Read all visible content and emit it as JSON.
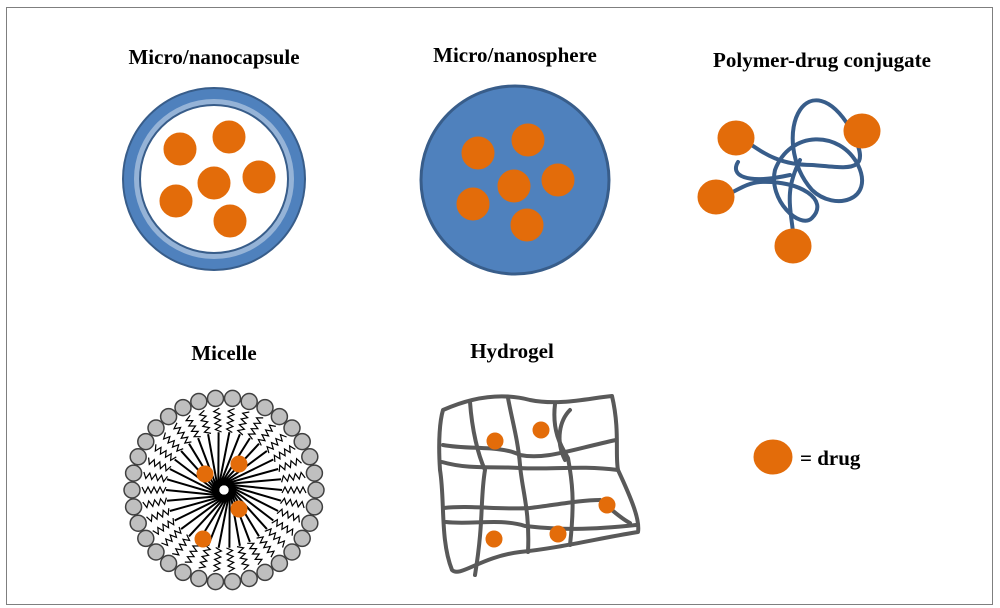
{
  "labels": {
    "capsule": "Micro/nanocapsule",
    "sphere": "Micro/nanosphere",
    "conjugate": "Polymer-drug conjugate",
    "micelle": "Micelle",
    "hydrogel": "Hydrogel"
  },
  "legend": {
    "text": "= drug"
  },
  "colors": {
    "drug": "#e36c0a",
    "polymer_blue": "#4f81bd",
    "polymer_dark_blue": "#385d8a",
    "shell_light": "#95b3d7",
    "hydrogel_line": "#595959",
    "micelle_head": "#bfbfbf",
    "frame": "#7f7f7f"
  }
}
